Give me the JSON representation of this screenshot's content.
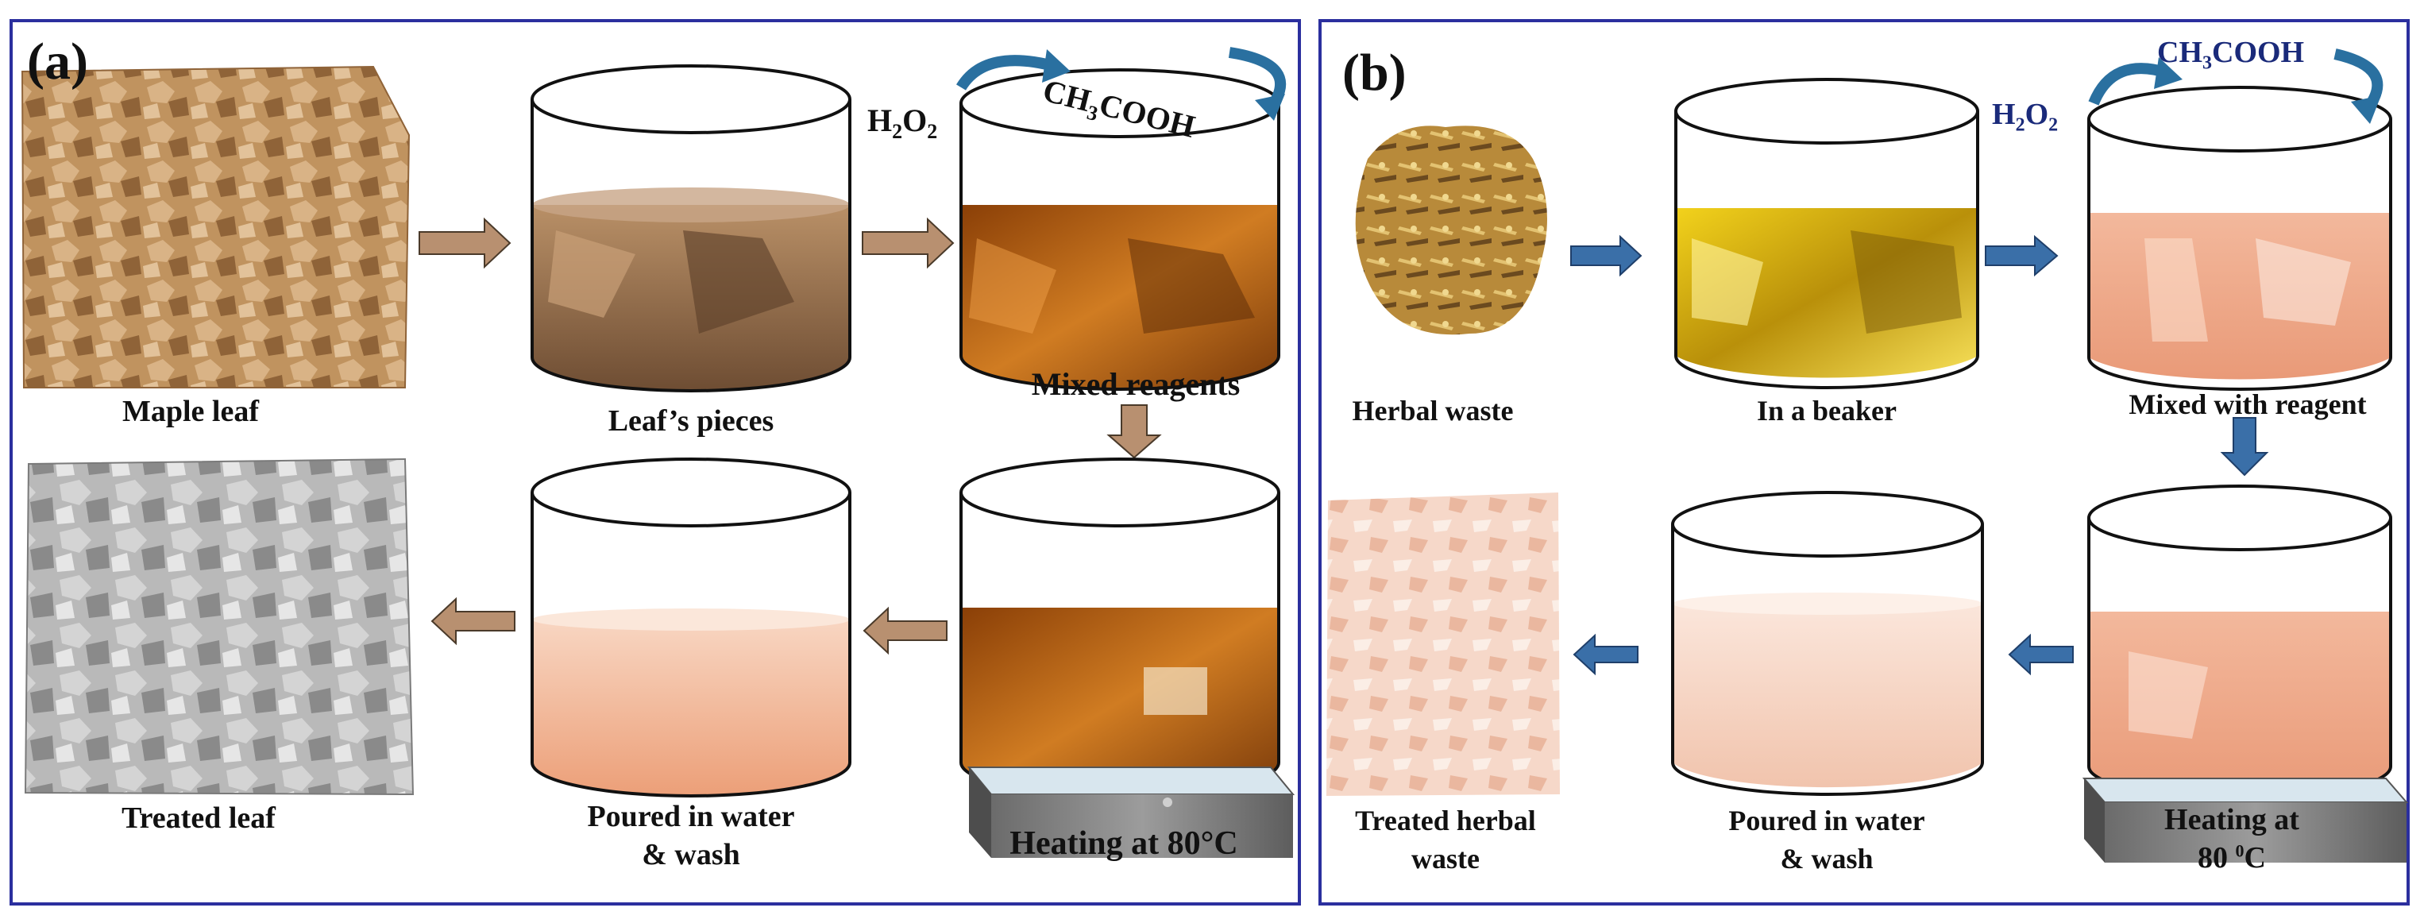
{
  "panel_a": {
    "letter": "(a)",
    "labels": {
      "maple_leaf": "Maple leaf",
      "leafs_pieces": "Leaf’s pieces",
      "mixed_reagents": "Mixed reagents",
      "heating": "Heating at 80°C",
      "poured_line1": "Poured in water",
      "poured_line2": "& wash",
      "treated_leaf": "Treated leaf"
    },
    "reagents": {
      "peroxide": "H2O2",
      "acetic": "CH3COOH"
    }
  },
  "panel_b": {
    "letter": "(b)",
    "labels": {
      "herbal_waste": "Herbal waste",
      "in_a_beaker": "In a beaker",
      "mixed_with_reagent": "Mixed with reagent",
      "heating_line1": "Heating at",
      "heating_line2": "80 0C",
      "poured_line1": "Poured in water",
      "poured_line2": "& wash",
      "treated_line1": "Treated herbal",
      "treated_line2": "waste"
    },
    "reagents": {
      "peroxide": "H2O2",
      "acetic": "CH3COOH"
    }
  },
  "colors": {
    "panel_border": "#2b2f9e",
    "arrow_a": "#b89070",
    "arrow_b": "#3a6fa8",
    "reagent_text_b": "#1a2a7a",
    "curved_arrow": "#2a70a0"
  }
}
